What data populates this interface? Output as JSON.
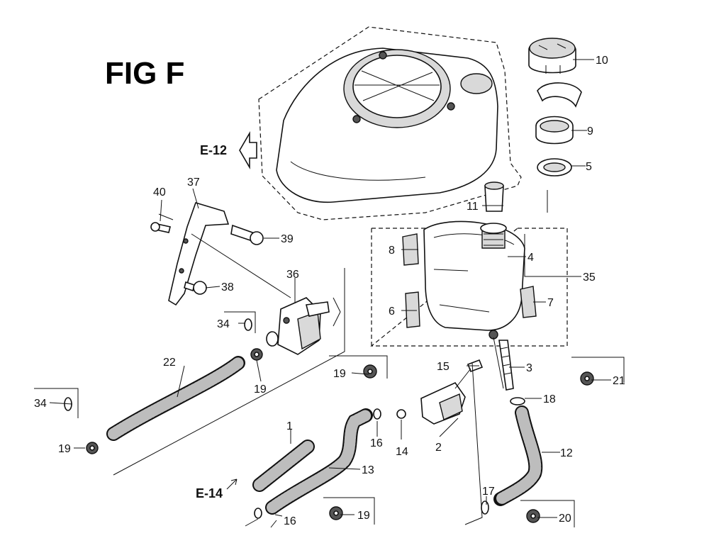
{
  "figure": {
    "title": "FIG F",
    "ref_left": "E-12",
    "ref_bottom": "E-14"
  },
  "callouts": {
    "c1": "1",
    "c2": "2",
    "c3": "3",
    "c4": "4",
    "c5": "5",
    "c6": "6",
    "c7": "7",
    "c8": "8",
    "c9": "9",
    "c10": "10",
    "c11": "11",
    "c12": "12",
    "c13": "13",
    "c14": "14",
    "c15": "15",
    "c16a": "16",
    "c16b": "16",
    "c17": "17",
    "c18": "18",
    "c19a": "19",
    "c19b": "19",
    "c19c": "19",
    "c19d": "19",
    "c20": "20",
    "c21": "21",
    "c22": "22",
    "c34a": "34",
    "c34b": "34",
    "c35": "35",
    "c36": "36",
    "c37": "37",
    "c38": "38",
    "c39": "39",
    "c40": "40"
  }
}
